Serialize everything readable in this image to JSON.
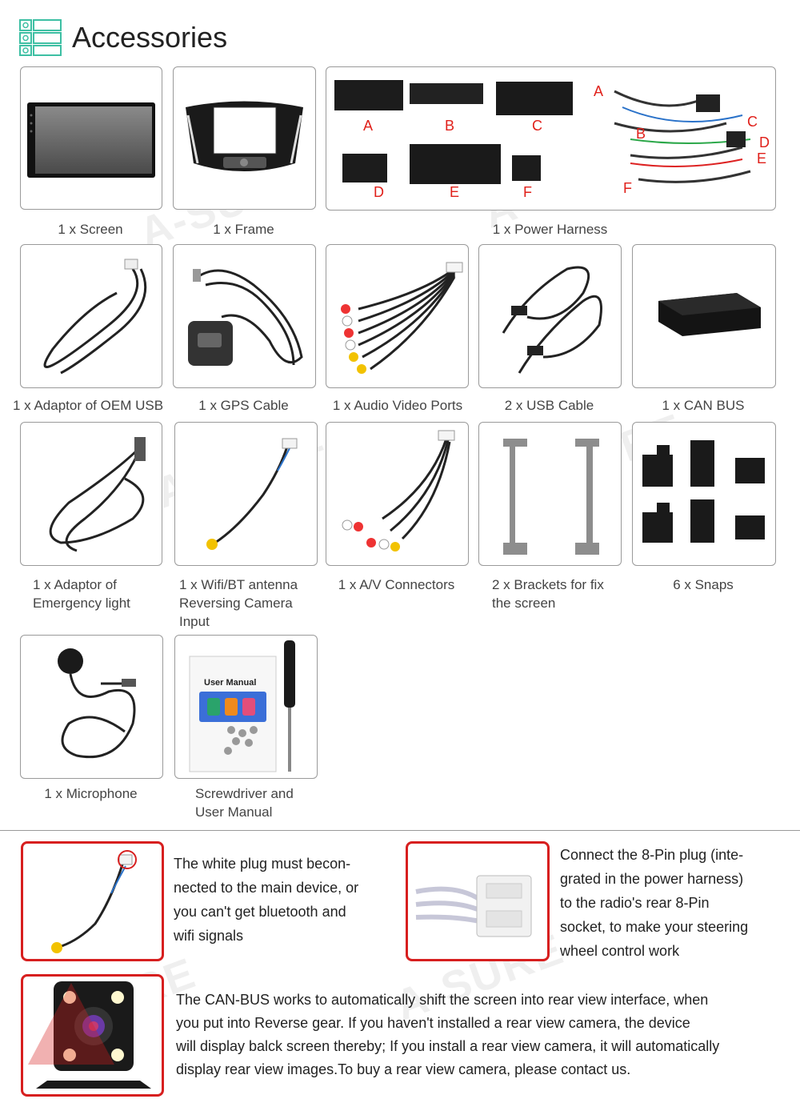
{
  "header": {
    "title": "Accessories",
    "icon": "list-icon"
  },
  "watermark": "A-SURE",
  "items": [
    {
      "caption": "1 x Screen"
    },
    {
      "caption": "1 x Frame"
    },
    {
      "caption": "1 x Power Harness",
      "connectors": [
        "A",
        "B",
        "C",
        "D",
        "E",
        "F"
      ]
    },
    {
      "caption": "1 x Adaptor of OEM USB"
    },
    {
      "caption": "1 x GPS Cable"
    },
    {
      "caption": "1 x Audio Video Ports"
    },
    {
      "caption": "2 x USB Cable"
    },
    {
      "caption": "1 x CAN BUS"
    },
    {
      "caption_l1": "1 x Adaptor of",
      "caption_l2": "Emergency light"
    },
    {
      "caption_l1": "1 x Wifi/BT antenna",
      "caption_l2": "Reversing Camera",
      "caption_l3": "Input"
    },
    {
      "caption": "1 x A/V Connectors"
    },
    {
      "caption_l1": "2 x Brackets for fix",
      "caption_l2": "the screen"
    },
    {
      "caption": "6 x Snaps"
    },
    {
      "caption": "1 x Microphone"
    },
    {
      "caption_l1": "Screwdriver and",
      "caption_l2": "User Manual",
      "manual_label": "User Manual"
    }
  ],
  "notes": {
    "white_plug": [
      "The white plug must becon-",
      "nected to the main device, or",
      "you can't get bluetooth and",
      "wifi signals"
    ],
    "eight_pin": [
      "Connect the 8-Pin plug (inte-",
      "grated in the power harness)",
      "to the radio's rear 8-Pin",
      "socket, to make your steering",
      "wheel control work"
    ],
    "canbus": [
      "The CAN-BUS works to automatically shift the screen into rear view interface, when",
      "you put into Reverse gear. If you haven't installed a rear view camera, the device",
      "will display balck screen thereby; If you install a rear view camera, it will automatically",
      "display rear view images.To buy a rear view camera, please contact us."
    ]
  },
  "colors": {
    "accent_red": "#d71f1f",
    "icon_teal": "#3dbfa3"
  }
}
